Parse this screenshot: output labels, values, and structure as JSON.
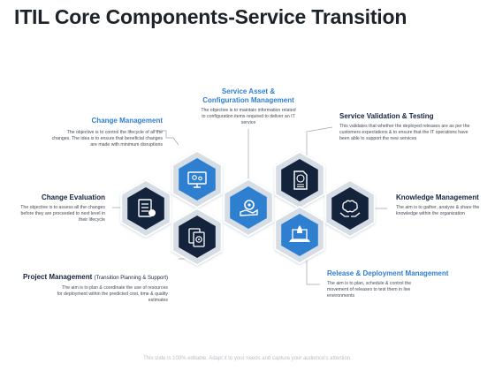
{
  "title": "ITIL Core Components-Service Transition",
  "footer": "This slide is 100% editable. Adapt it to your needs and capture your audience's attention.",
  "colors": {
    "accent_blue": "#2f7fd0",
    "navy": "#14233c",
    "text_dark": "#1d2329",
    "hex_shadow": "#d7dde5"
  },
  "components": [
    {
      "id": "service-asset",
      "title": "Service Asset & Configuration Management",
      "title_lines": [
        "Service Asset &",
        "Configuration Management"
      ],
      "description": "The objective is to maintain information related to configuration items required to deliver an IT service",
      "icon": "hand-with-gear-icon",
      "hex_style": "blue"
    },
    {
      "id": "change-management",
      "title": "Change Management",
      "description": "The objective is to control the lifecycle of all the changes. The idea is to ensure that beneficial changes are made with minimum disruptions",
      "icon": "monitor-settings-icon",
      "hex_style": "blue"
    },
    {
      "id": "service-validation",
      "title": "Service Validation & Testing",
      "description": "This validates that whether the deployed releases are as per the customers expectations & to ensure that the IT operations have been able to support the new services",
      "icon": "document-dollar-icon",
      "hex_style": "navy"
    },
    {
      "id": "change-evaluation",
      "title": "Change Evaluation",
      "description": "The objective is to assess all the changes before they are proceeded to next level in their lifecycle",
      "icon": "checklist-icon",
      "hex_style": "navy"
    },
    {
      "id": "knowledge-management",
      "title": "Knowledge Management",
      "description": "The aim is to gather, analyze & share the knowledge within the organization",
      "icon": "brain-hands-icon",
      "hex_style": "navy"
    },
    {
      "id": "project-management",
      "title": "Project Management",
      "title_suffix": "(Transition Planning & Support)",
      "description": "The aim is to plan & coordinate the use of resources for deployment within the predicted cost, time & quality estimates",
      "icon": "documents-gear-icon",
      "hex_style": "navy"
    },
    {
      "id": "release-deployment",
      "title": "Release & Deployment Management",
      "description": "The aim is to plan, schedule & control the movement of releases to test them in live environments",
      "icon": "rocket-laptop-icon",
      "hex_style": "blue"
    }
  ]
}
